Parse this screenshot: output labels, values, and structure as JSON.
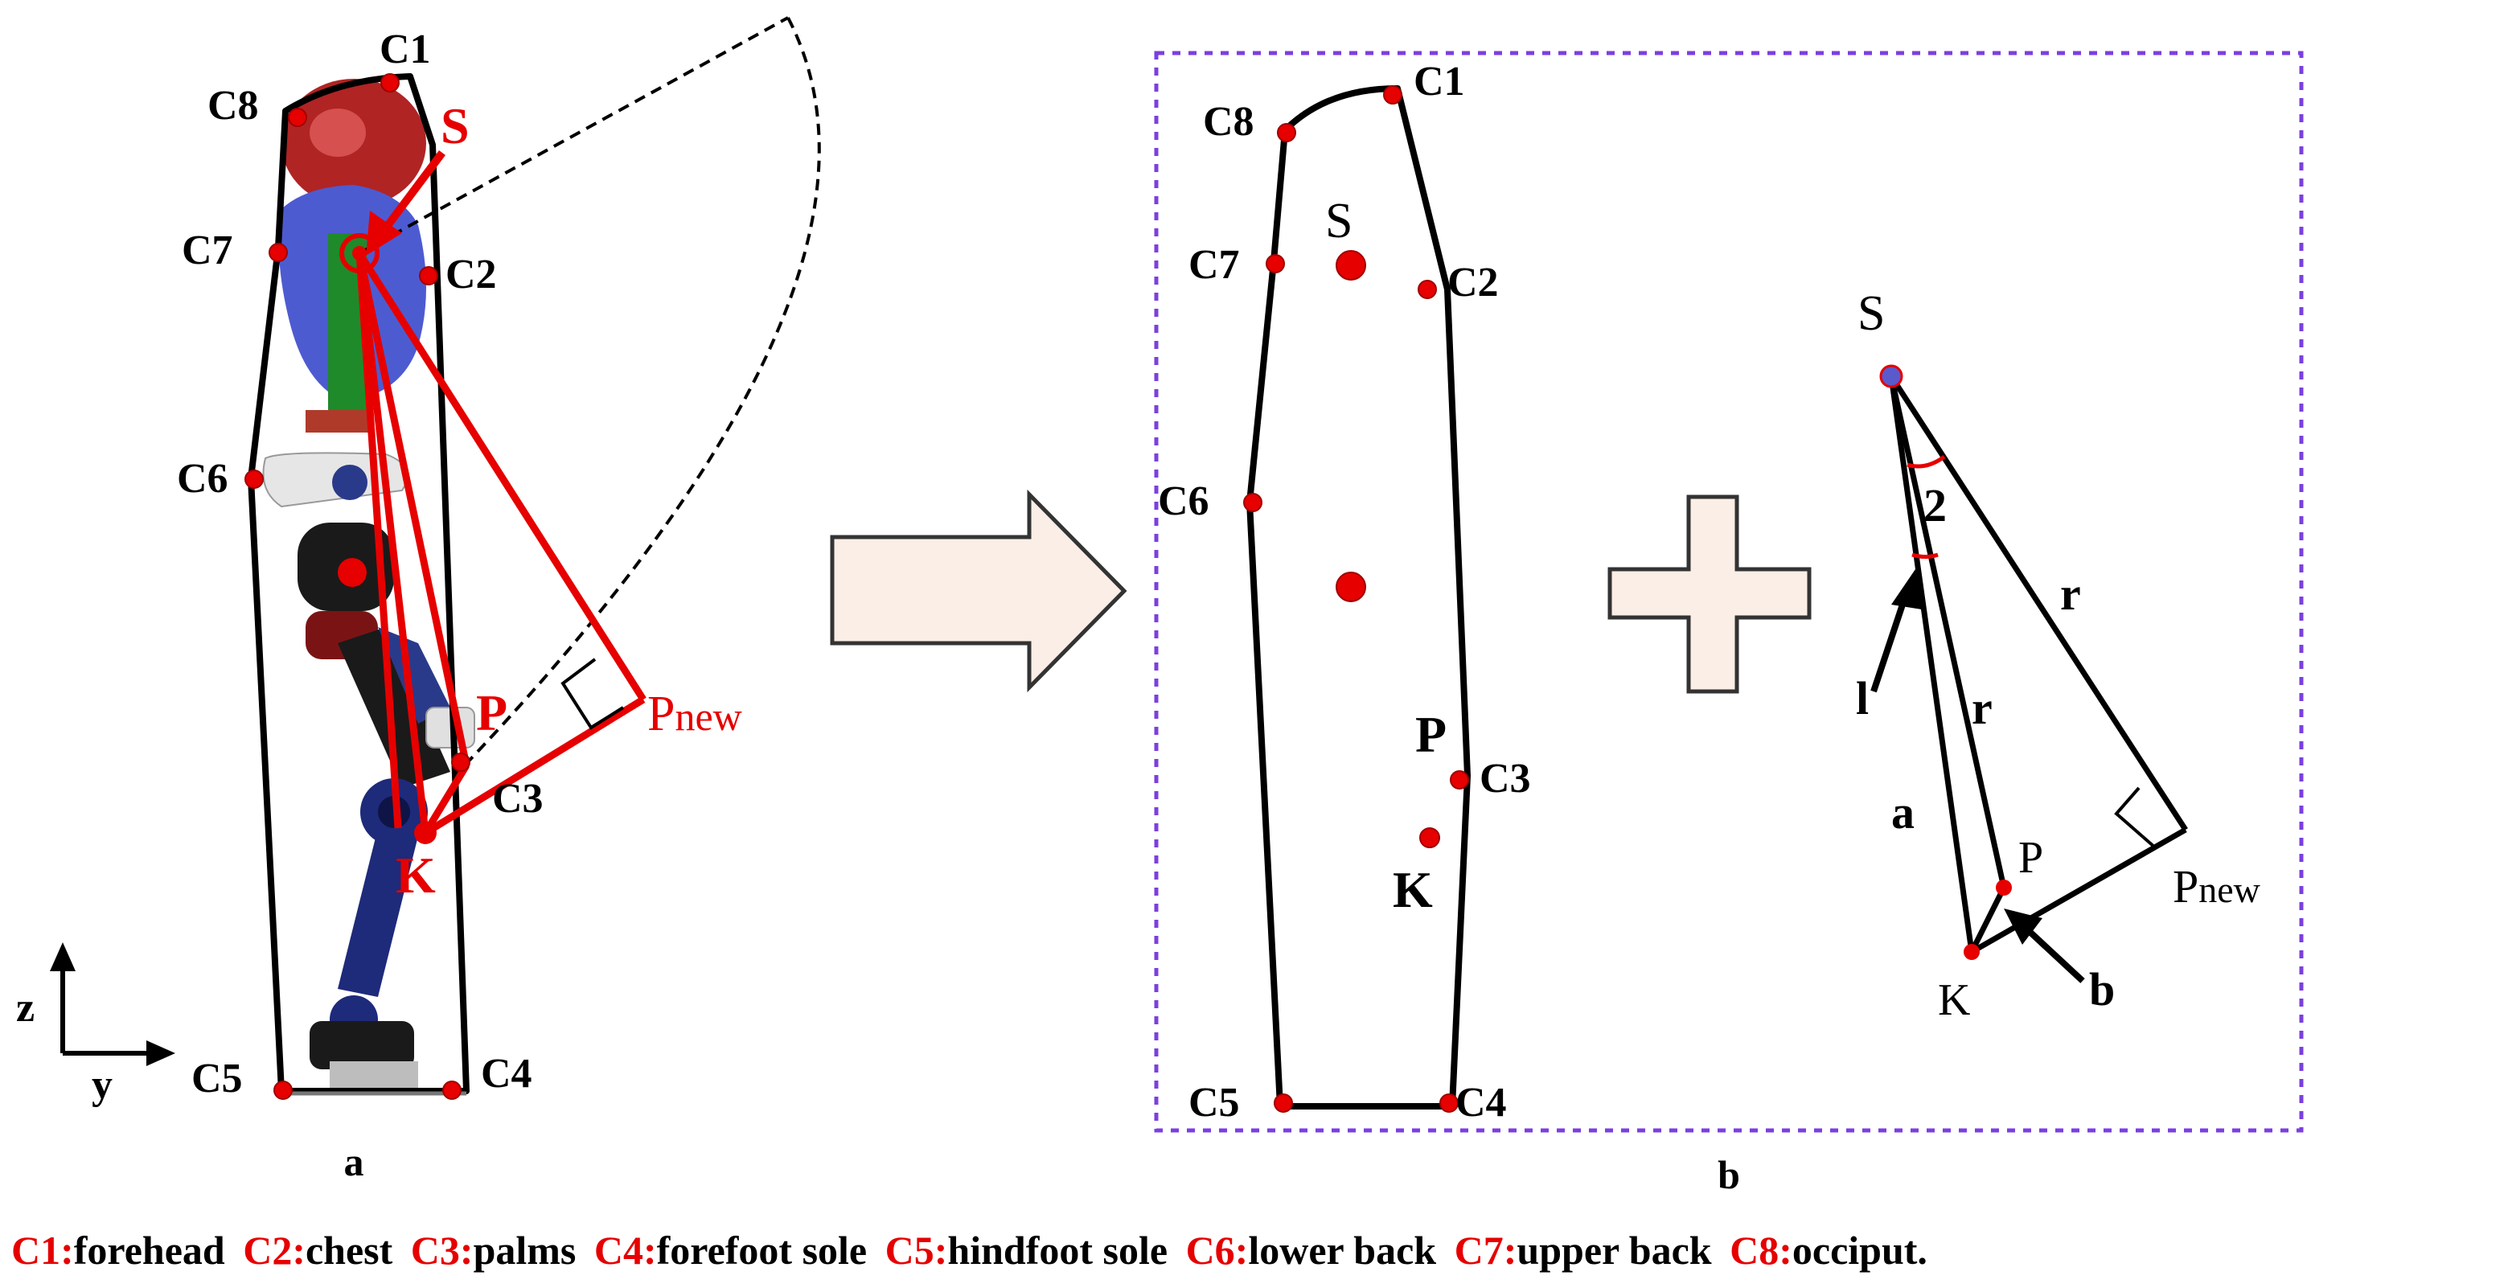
{
  "colors": {
    "outline": "#000000",
    "point": "#e60000",
    "point_edge": "#a00000",
    "arrow_fill": "#fbeee6",
    "arrow_stroke": "#333333",
    "frame": "#7b3fe0",
    "s_point": "#5a5acd"
  },
  "panel_a": {
    "caption": "a",
    "labels": {
      "c1": "C1",
      "c2": "C2",
      "c3": "C3",
      "c4": "C4",
      "c5": "C5",
      "c6": "C6",
      "c7": "C7",
      "c8": "C8",
      "s": "S",
      "p": "P",
      "k": "K",
      "p_new_main": "P",
      "p_new_sub": "new"
    },
    "axes": {
      "z": "z",
      "y": "y"
    }
  },
  "panel_b": {
    "caption": "b",
    "labels": {
      "c1": "C1",
      "c2": "C2",
      "c3": "C3",
      "c4": "C4",
      "c5": "C5",
      "c6": "C6",
      "c7": "C7",
      "c8": "C8",
      "s": "S",
      "p": "P",
      "k": "K"
    },
    "triangle": {
      "s": "S",
      "p": "P",
      "k": "K",
      "p_new_main": "P",
      "p_new_sub": "new",
      "r1": "r",
      "r2": "r",
      "a": "a",
      "b": "b",
      "l": "l",
      "two": "2"
    }
  },
  "legend": [
    {
      "code": "C1:",
      "desc": "forehead"
    },
    {
      "code": "C2:",
      "desc": "chest"
    },
    {
      "code": "C3:",
      "desc": "palms"
    },
    {
      "code": "C4:",
      "desc": "forefoot sole"
    },
    {
      "code": "C5:",
      "desc": "hindfoot sole"
    },
    {
      "code": "C6:",
      "desc": "lower back"
    },
    {
      "code": "C7:",
      "desc": "upper back"
    },
    {
      "code": "C8:",
      "desc": "occiput."
    }
  ]
}
